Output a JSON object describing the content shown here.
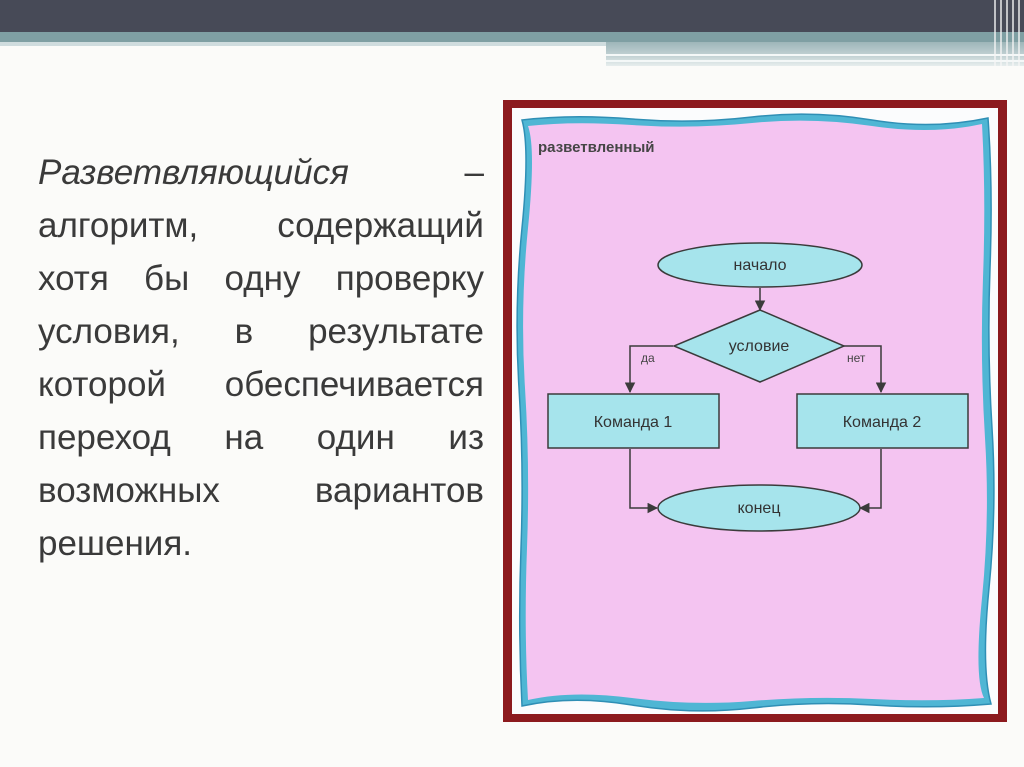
{
  "slide": {
    "term": "Разветвляющийся",
    "definition": " – алгоритм, содержащий хотя бы одну проверку условия, в результате которой обеспечивается переход на один из возможных вариантов решения."
  },
  "diagram": {
    "title": "разветвленный",
    "nodes": {
      "start": "начало",
      "condition": "условие",
      "yes": "да",
      "no": "нет",
      "command1": "Команда 1",
      "command2": "Команда 2",
      "end": "конец"
    },
    "colors": {
      "frame": "#8c1a1e",
      "background": "#f4c4f1",
      "shape_fill": "#a6e4ec",
      "border_blue": "#4fb6d4"
    }
  }
}
